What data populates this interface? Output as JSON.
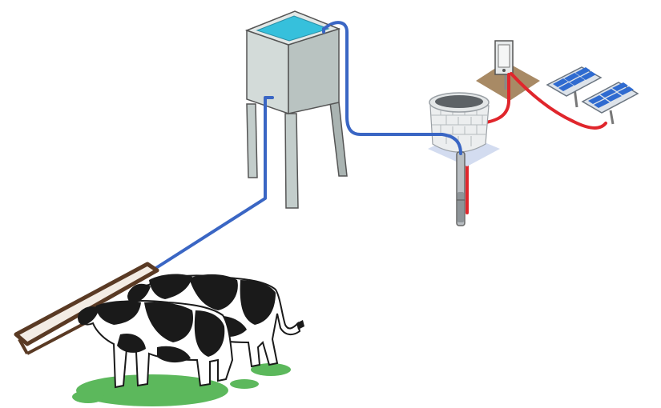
{
  "diagram": {
    "kind": "solar-powered livestock watering system",
    "components": [
      {
        "id": "solar-panels",
        "label": ""
      },
      {
        "id": "controller",
        "label": ""
      },
      {
        "id": "well",
        "label": ""
      },
      {
        "id": "submersible-pump",
        "label": ""
      },
      {
        "id": "water-tower",
        "label": ""
      },
      {
        "id": "trough",
        "label": ""
      },
      {
        "id": "cattle",
        "label": ""
      }
    ],
    "connections": [
      {
        "from": "solar-panels",
        "to": "controller",
        "type": "electric"
      },
      {
        "from": "controller",
        "to": "submersible-pump",
        "type": "electric"
      },
      {
        "from": "submersible-pump",
        "to": "water-tower",
        "type": "water"
      },
      {
        "from": "water-tower",
        "to": "trough",
        "type": "water"
      }
    ],
    "colors": {
      "water_pipe": "#3a66c4",
      "electric_cable": "#e0262c",
      "tank_water": "#36c0dc",
      "tower_body": "#c3cdcb",
      "solar_cell": "#2f6bd0",
      "ground_pad": "#a88a65",
      "grass": "#5cb85c",
      "trough_wood": "#5a3a24"
    }
  }
}
